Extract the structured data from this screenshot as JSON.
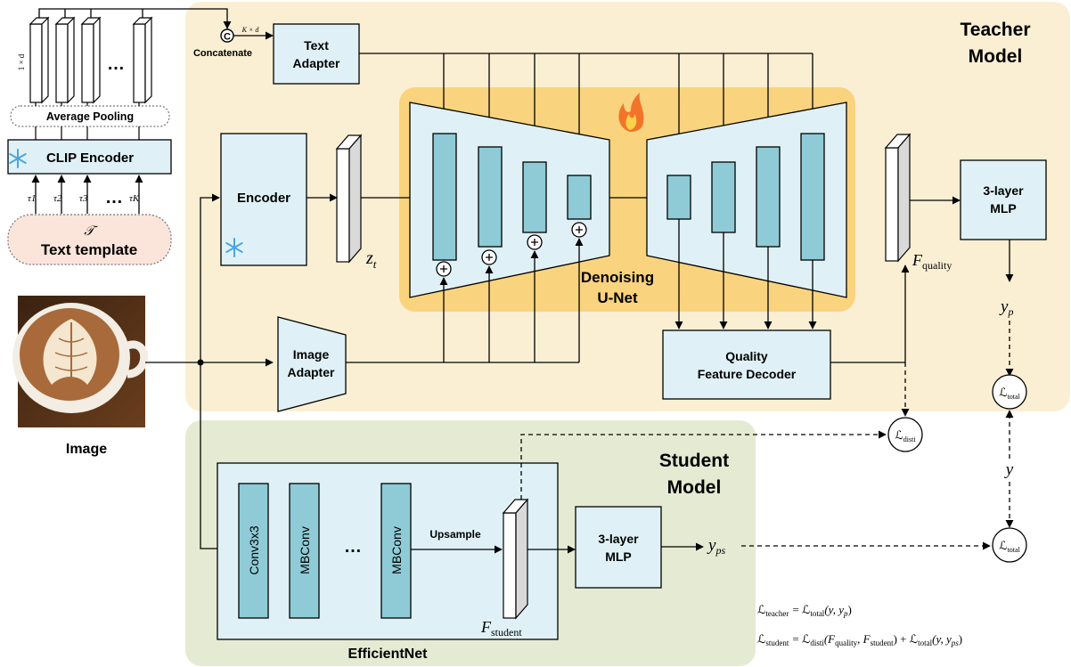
{
  "colors": {
    "teacher_bg": "#fbefd3",
    "unet_bg": "#f9d37e",
    "student_bg": "#e5ead2",
    "block_fill": "#dff1f7",
    "layer_fill": "#8fcbd6",
    "template_fill": "#fbe4da",
    "flame": "#f4732a",
    "snow": "#4aa6e0"
  },
  "teacher": {
    "title_line1": "Teacher",
    "title_line2": "Model"
  },
  "student": {
    "title_line1": "Student",
    "title_line2": "Model"
  },
  "text_branch": {
    "token_dim": "1 × d",
    "dots": "…",
    "average_pooling": "Average Pooling",
    "clip_encoder": "CLIP Encoder",
    "tau_labels": [
      "τ1",
      "τ2",
      "τ3",
      "τK"
    ],
    "template_symbol": "𝒯",
    "text_template": "Text template",
    "concat_symbol": "C",
    "concat_label": "Concatenate",
    "concat_dim": "K × d"
  },
  "image": {
    "label": "Image"
  },
  "blocks": {
    "text_adapter_line1": "Text",
    "text_adapter_line2": "Adapter",
    "encoder": "Encoder",
    "latent": "z",
    "latent_sub": "t",
    "unet_line1": "Denoising",
    "unet_line2": "U-Net",
    "image_adapter_line1": "Image",
    "image_adapter_line2": "Adapter",
    "qfd_line1": "Quality",
    "qfd_line2": "Feature Decoder",
    "f_quality": "F",
    "f_quality_sub": "quality",
    "mlp_line1": "3-layer",
    "mlp_line2": "MLP",
    "y_p": "y",
    "y_p_sub": "p",
    "l_total": "ℒ",
    "l_total_sub": "total",
    "l_disti": "ℒ",
    "l_disti_sub": "disti",
    "y": "y"
  },
  "student_blocks": {
    "conv": "Conv3x3",
    "mbconv1": "MBConv",
    "dots": "…",
    "mbconv2": "MBConv",
    "upsample": "Upsample",
    "f_student": "F",
    "f_student_sub": "student",
    "mlp_line1": "3-layer",
    "mlp_line2": "MLP",
    "efficientnet": "EfficientNet",
    "y_ps": "y",
    "y_ps_sub": "ps"
  },
  "equations": {
    "teacher": "ℒteacher = ℒtotal(y, yp)",
    "teacher_lhs": "ℒ",
    "teacher_lhs_sub": "teacher",
    "teacher_rhs": "= ℒ",
    "teacher_rhs_sub": "total",
    "teacher_rhs_args": "(y, y",
    "teacher_rhs_args_sub": "p",
    "teacher_rhs_close": ")",
    "student_lhs": "ℒ",
    "student_lhs_sub": "student",
    "student_p1": "= ℒ",
    "student_p1_sub": "disti",
    "student_p1_args": "(F",
    "student_p1_args_sub1": "quality",
    "student_p1_comma": ", F",
    "student_p1_args_sub2": "student",
    "student_p2": ") + ℒ",
    "student_p2_sub": "total",
    "student_p2_args": "(y, y",
    "student_p2_args_sub": "ps",
    "student_p2_close": ")"
  }
}
